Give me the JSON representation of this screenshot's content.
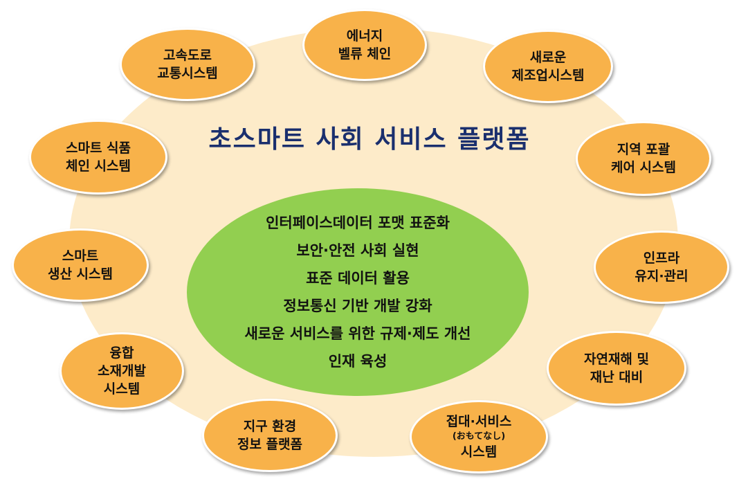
{
  "diagram": {
    "title": "초스마트 사회 서비스 플랫폼",
    "center_items": [
      "인터페이스데이터 포맷 표준화",
      "보안·안전 사회 실현",
      "표준 데이터 활용",
      "정보통신 기반 개발 강화",
      "새로운 서비스를 위한 규제·제도 개선",
      "인재 육성"
    ],
    "nodes": [
      {
        "lines": [
          "에너지",
          "벨류 체인"
        ]
      },
      {
        "lines": [
          "새로운",
          "제조업시스템"
        ]
      },
      {
        "lines": [
          "지역 포괄",
          "케어 시스템"
        ]
      },
      {
        "lines": [
          "인프라",
          "유지·관리"
        ]
      },
      {
        "lines": [
          "자연재해 및",
          "재난 대비"
        ]
      },
      {
        "lines": [
          "접대·서비스",
          "(おもてなし)",
          "시스템"
        ]
      },
      {
        "lines": [
          "지구 환경",
          "정보 플랫폼"
        ]
      },
      {
        "lines": [
          "융합",
          "소재개발",
          "시스템"
        ]
      },
      {
        "lines": [
          "스마트",
          "생산 시스템"
        ]
      },
      {
        "lines": [
          "스마트 식품",
          "체인 시스템"
        ]
      },
      {
        "lines": [
          "고속도로",
          "교통시스템"
        ]
      }
    ],
    "colors": {
      "background_ellipse": "#fdebc9",
      "center_ellipse": "#92cf50",
      "node_fill": "#f8b24a",
      "title_text": "#1a2f6e"
    }
  }
}
